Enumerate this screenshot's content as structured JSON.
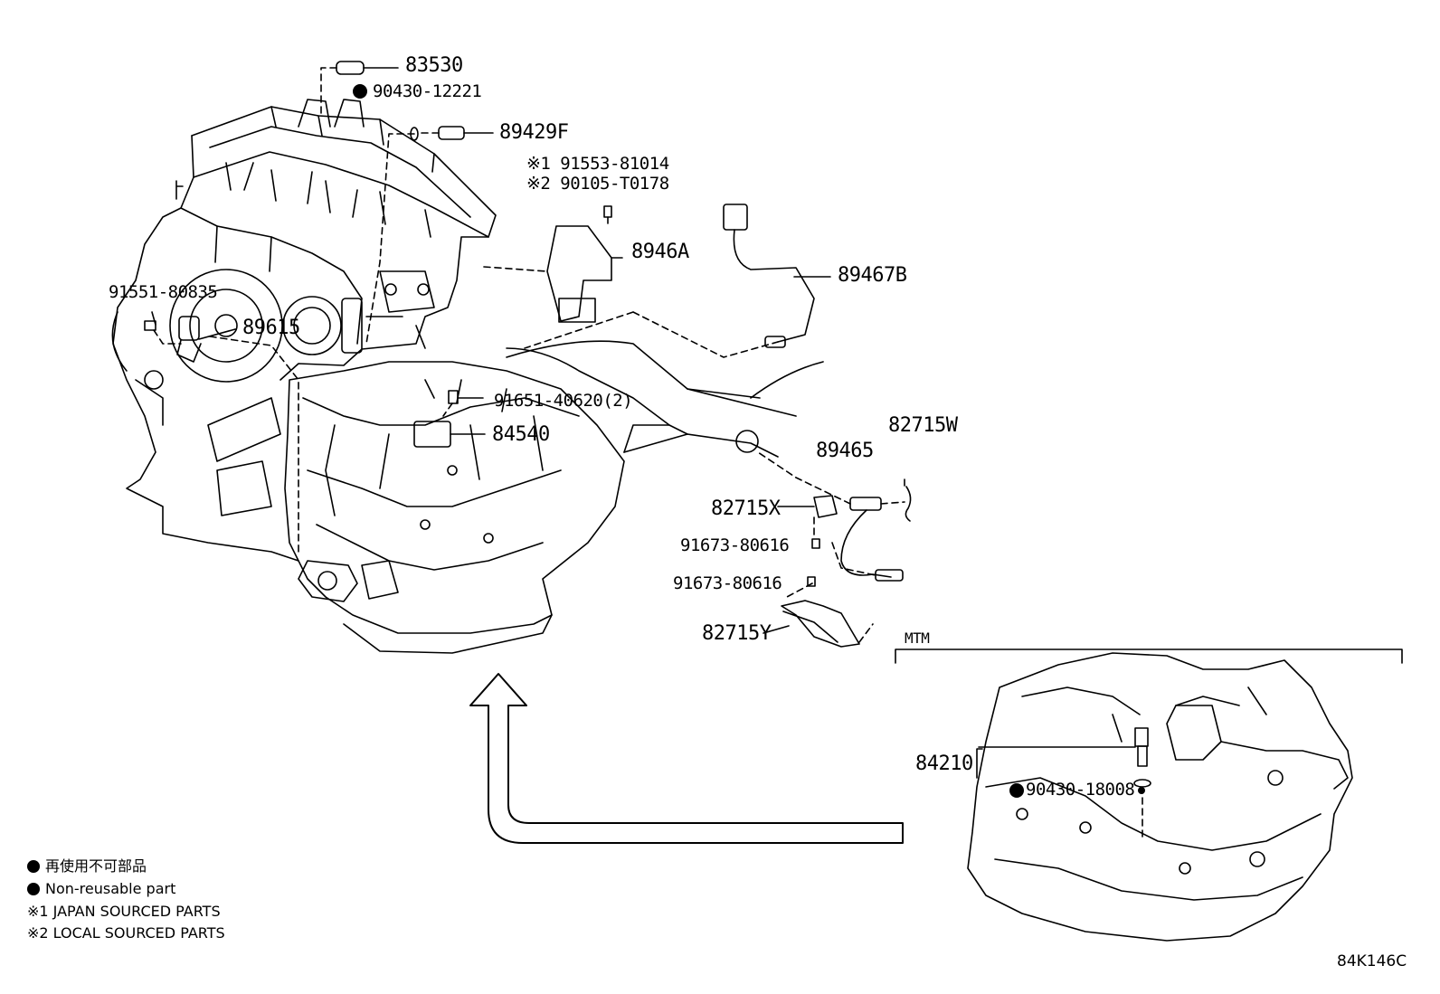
{
  "diagram": {
    "ref_code": "84K146C",
    "mtm_label": "MTM",
    "parts": {
      "p83530": "83530",
      "p90430_12221": "90430-12221",
      "p89429F": "89429F",
      "p91553_81014": "※1 91553-81014",
      "p90105_T0178": "※2 90105-T0178",
      "p8946A": "8946A",
      "p89467B": "89467B",
      "p91551_80835": "91551-80835",
      "p89615": "89615",
      "p91651_40620": "91651-40620(2)",
      "p84540": "84540",
      "p82715W": "82715W",
      "p89465": "89465",
      "p82715X": "82715X",
      "p91673_80616_a": "91673-80616",
      "p91673_80616_b": "91673-80616",
      "p82715Y": "82715Y",
      "p84210": "84210",
      "p90430_18008": "90430-18008"
    },
    "legend": {
      "jp_nonreusable": "再使用不可部品",
      "en_nonreusable": "Non-reusable part",
      "note1": "※1 JAPAN SOURCED PARTS",
      "note2": "※2 LOCAL SOURCED PARTS"
    }
  }
}
